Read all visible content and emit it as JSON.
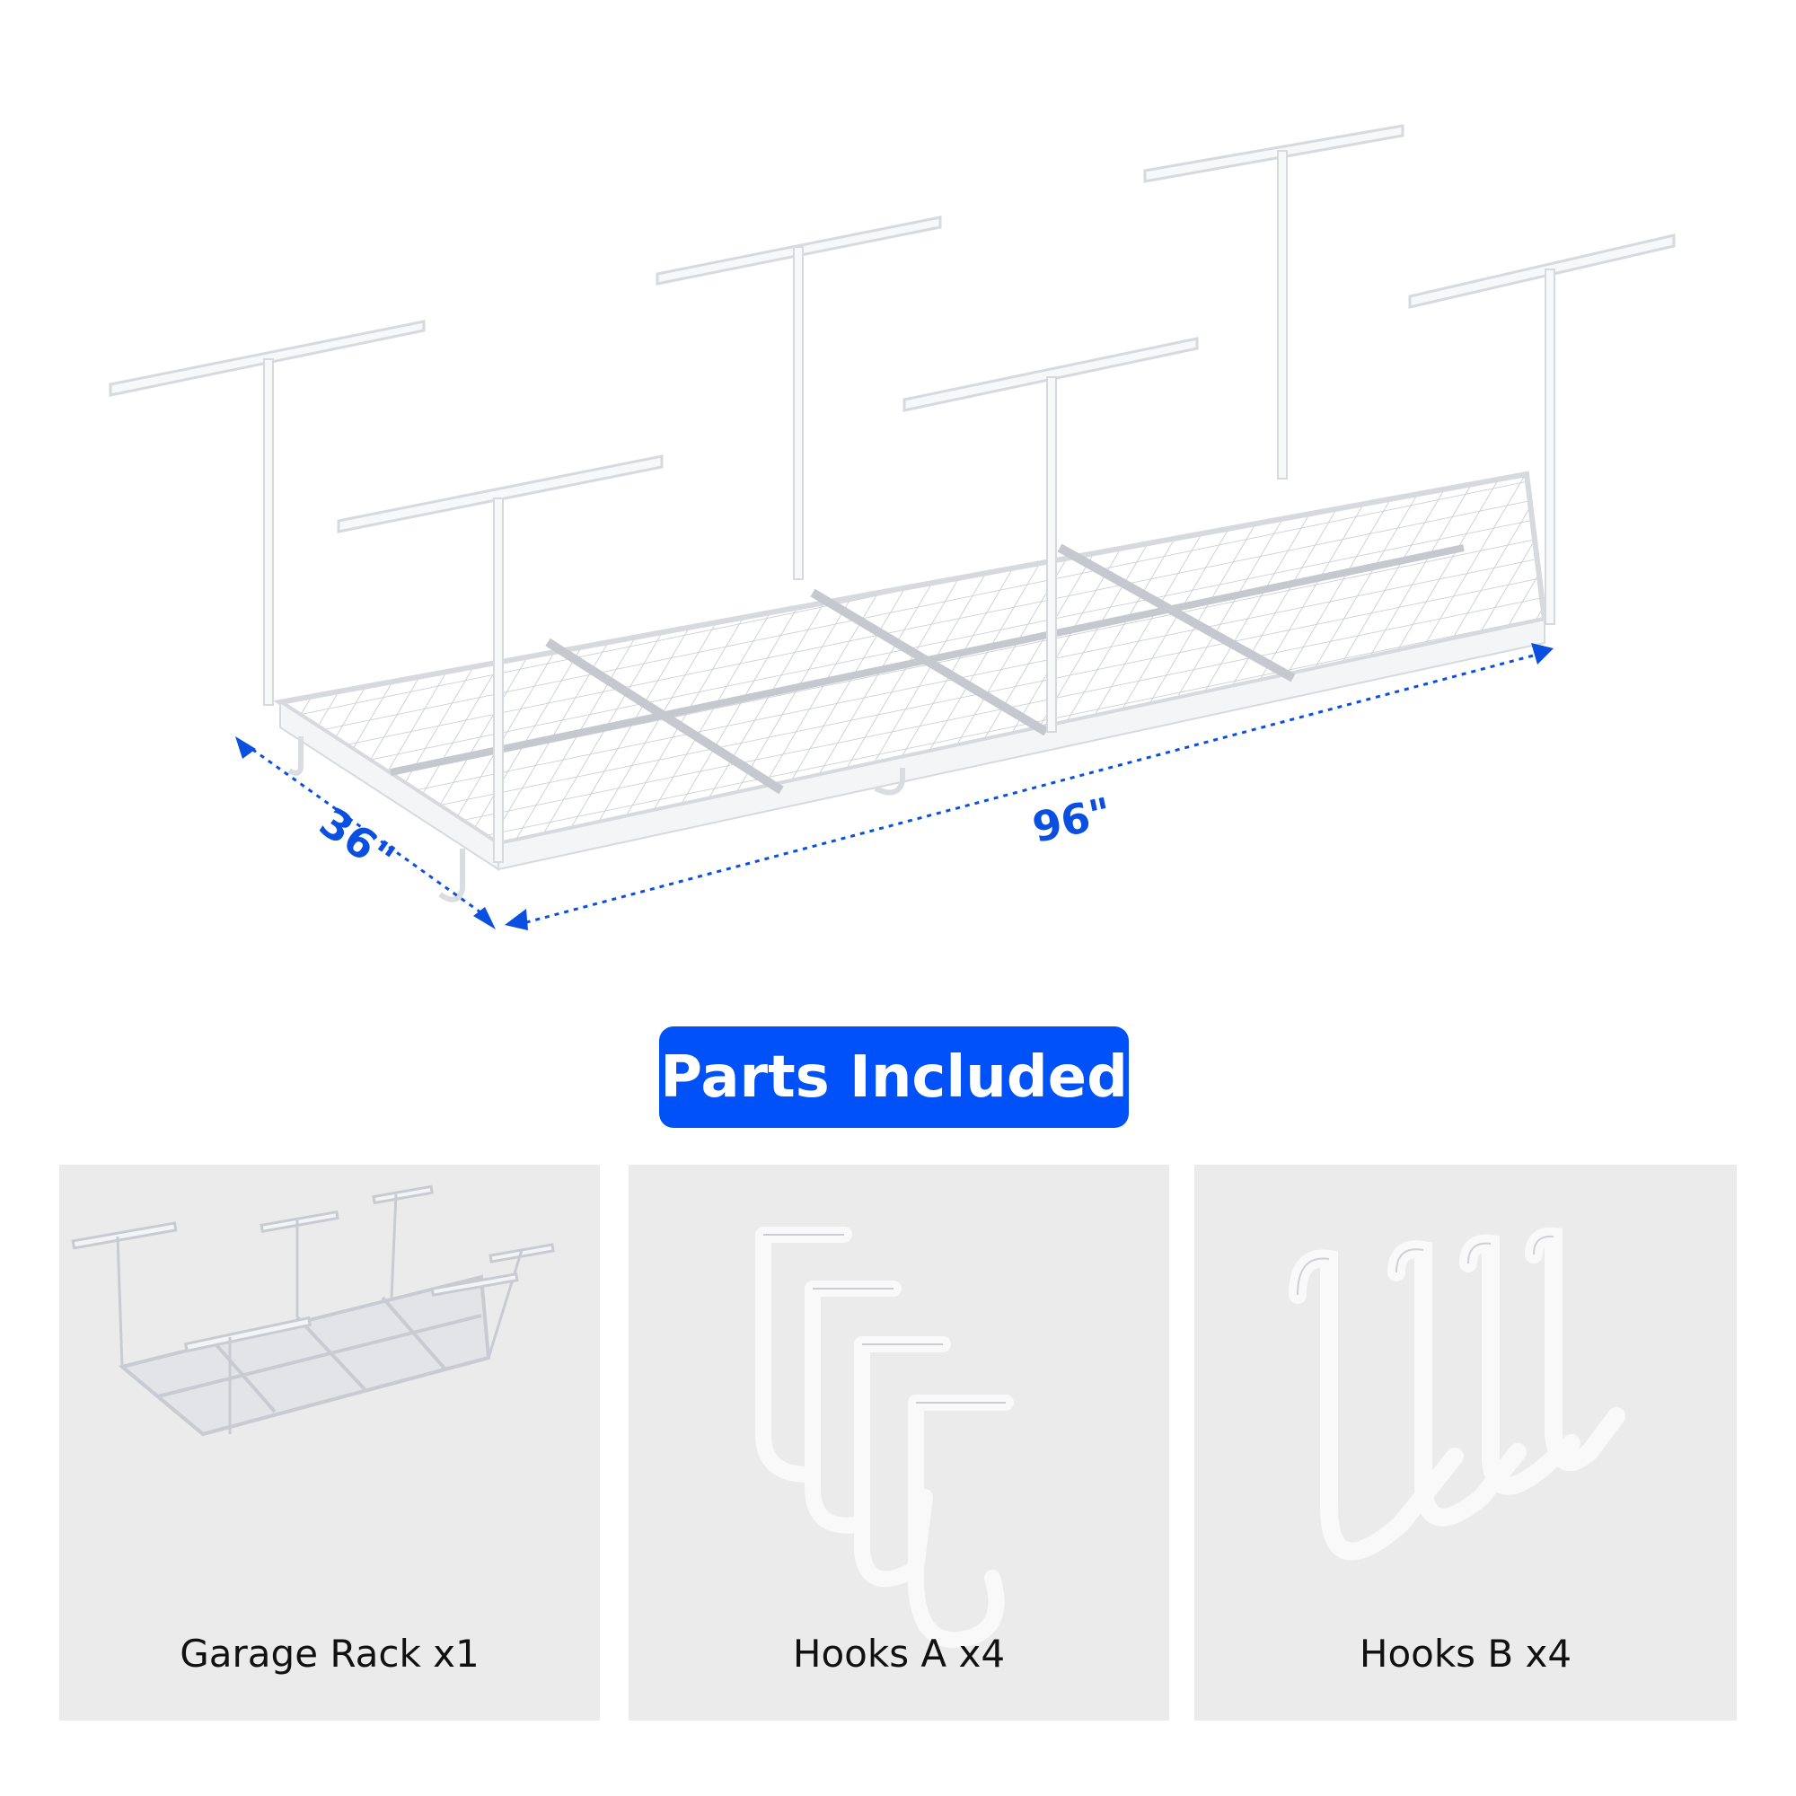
{
  "hero": {
    "dimensions": {
      "depth_label": "36\"",
      "length_label": "96\""
    },
    "accent_color": "#0051F7"
  },
  "section_title": "Parts Included",
  "parts": [
    {
      "name": "Garage Rack",
      "quantity": "x1",
      "label": "Garage Rack x1",
      "icon": "garage-rack-icon"
    },
    {
      "name": "Hooks A",
      "quantity": "x4",
      "label": "Hooks A x4",
      "icon": "hooks-a-icon"
    },
    {
      "name": "Hooks B",
      "quantity": "x4",
      "label": "Hooks B x4",
      "icon": "hooks-b-icon"
    }
  ],
  "colors": {
    "background": "#FFFFFF",
    "panel": "#EBEBEB",
    "badge": "#0051F7",
    "dimension": "#0A4FE0",
    "rack": "#D9DCE0"
  }
}
